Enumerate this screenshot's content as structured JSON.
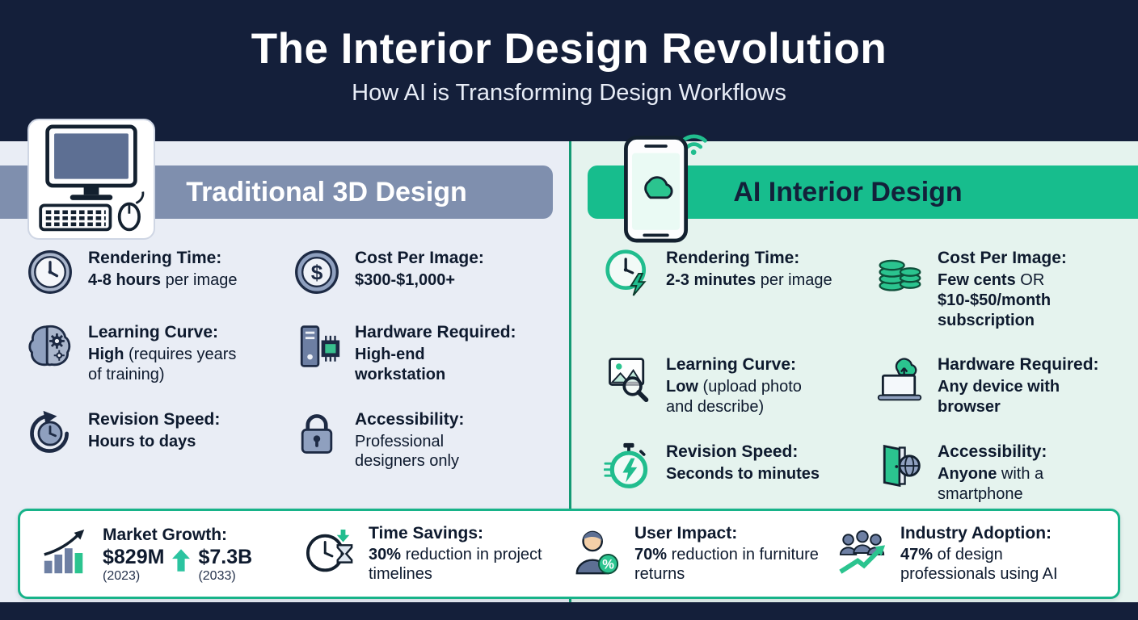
{
  "colors": {
    "navy": "#141f3a",
    "slate": "#7f8fae",
    "green": "#17bd8d",
    "left_bg": "#e9edf5",
    "right_bg": "#e5f3ee"
  },
  "header": {
    "title": "The Interior Design Revolution",
    "subtitle": "How AI is Transforming Design Workflows",
    "left_icon": "desktop-computer-icon",
    "right_icon": "smartphone-cloud-icon"
  },
  "left_column": {
    "banner": "Traditional 3D Design",
    "items": [
      {
        "icon": "clock-icon",
        "label": "Rendering Time:",
        "b1": "4-8 hours",
        "r1": " per image",
        "b2": ""
      },
      {
        "icon": "dollar-circle-icon",
        "label": "Cost Per Image:",
        "b1": "$300-$1,000+",
        "r1": "",
        "b2": ""
      },
      {
        "icon": "brain-gears-icon",
        "label": "Learning Curve:",
        "b1": "High",
        "r1": " (requires years of training)",
        "b2": ""
      },
      {
        "icon": "workstation-icon",
        "label": "Hardware Required:",
        "b1": "High-end workstation",
        "r1": "",
        "b2": ""
      },
      {
        "icon": "revision-clock-icon",
        "label": "Revision Speed:",
        "b1": "Hours to days",
        "r1": "",
        "b2": ""
      },
      {
        "icon": "lock-icon",
        "label": "Accessibility:",
        "b1": "",
        "r1": "Professional designers only",
        "b2": ""
      }
    ]
  },
  "right_column": {
    "banner": "AI Interior Design",
    "items": [
      {
        "icon": "clock-lightning-icon",
        "label": "Rendering Time:",
        "b1": "2-3 minutes",
        "r1": " per image",
        "b2": ""
      },
      {
        "icon": "coins-icon",
        "label": "Cost Per Image:",
        "b1": "Few cents",
        "r1": " OR ",
        "b2": "$10-$50/month subscription"
      },
      {
        "icon": "photo-magnifier-icon",
        "label": "Learning Curve:",
        "b1": "Low",
        "r1": " (upload photo and describe)",
        "b2": ""
      },
      {
        "icon": "laptop-cloud-icon",
        "label": "Hardware Required:",
        "b1": "Any device with browser",
        "r1": "",
        "b2": ""
      },
      {
        "icon": "stopwatch-lightning-icon",
        "label": "Revision Speed:",
        "b1": "Seconds to minutes",
        "r1": "",
        "b2": ""
      },
      {
        "icon": "door-globe-icon",
        "label": "Accessibility:",
        "b1": "Anyone",
        "r1": " with a smartphone",
        "b2": ""
      }
    ]
  },
  "stats_bar": {
    "market": {
      "icon": "bar-chart-growth-icon",
      "label": "Market Growth:",
      "from_value": "$829M",
      "from_year": "(2023)",
      "to_value": "$7.3B",
      "to_year": "(2033)"
    },
    "time": {
      "icon": "clock-hourglass-icon",
      "label": "Time Savings:",
      "b1": "30%",
      "r1": " reduction in project timelines"
    },
    "impact": {
      "icon": "user-percent-icon",
      "label": "User Impact:",
      "b1": "70%",
      "r1": " reduction in furniture returns"
    },
    "adoption": {
      "icon": "people-growth-icon",
      "label": "Industry Adoption:",
      "b1": "47%",
      "r1": " of design professionals using AI"
    }
  }
}
